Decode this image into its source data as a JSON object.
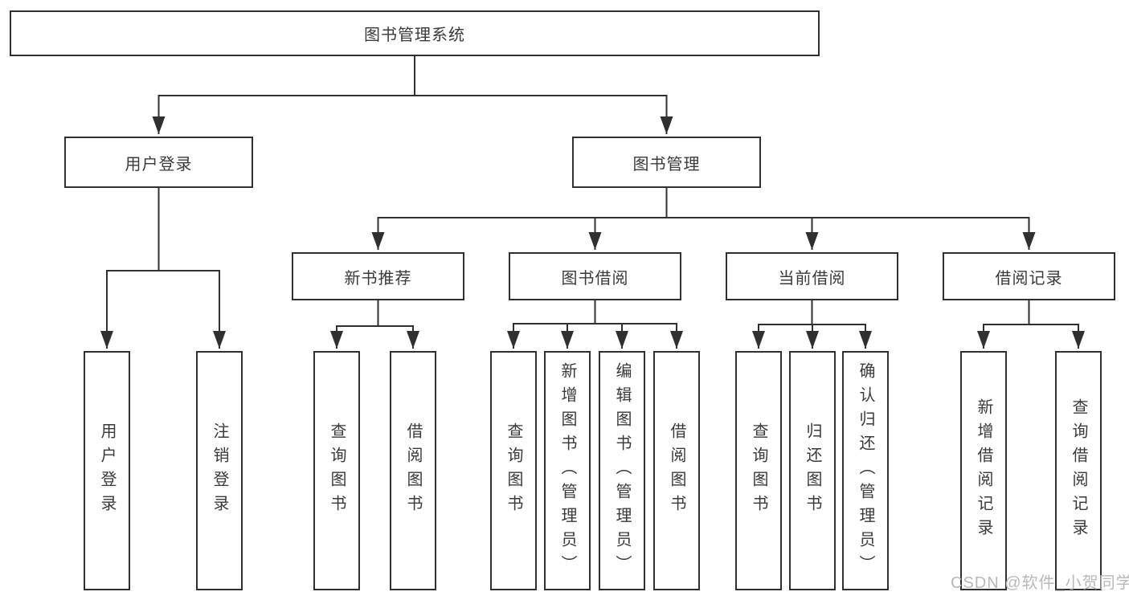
{
  "title": {
    "label": "图书管理系统"
  },
  "level2": {
    "user_login": {
      "label": "用户登录"
    },
    "book_management": {
      "label": "图书管理"
    }
  },
  "level3": {
    "new_book_recommend": {
      "label": "新书推荐"
    },
    "book_borrow": {
      "label": "图书借阅"
    },
    "current_borrow": {
      "label": "当前借阅"
    },
    "borrow_records": {
      "label": "借阅记录"
    }
  },
  "leaves": {
    "user_login_children": [
      "用户登录",
      "注销登录"
    ],
    "new_book_recommend_children": [
      "查询图书",
      "借阅图书"
    ],
    "book_borrow_children": [
      "查询图书",
      "新增图书（管理员）",
      "编辑图书（管理员）",
      "借阅图书"
    ],
    "current_borrow_children": [
      "查询图书",
      "归还图书",
      "确认归还（管理员）"
    ],
    "borrow_records_children": [
      "新增借阅记录",
      "查询借阅记录"
    ]
  },
  "watermark": {
    "text": "CSDN @软件_小贺同学"
  }
}
